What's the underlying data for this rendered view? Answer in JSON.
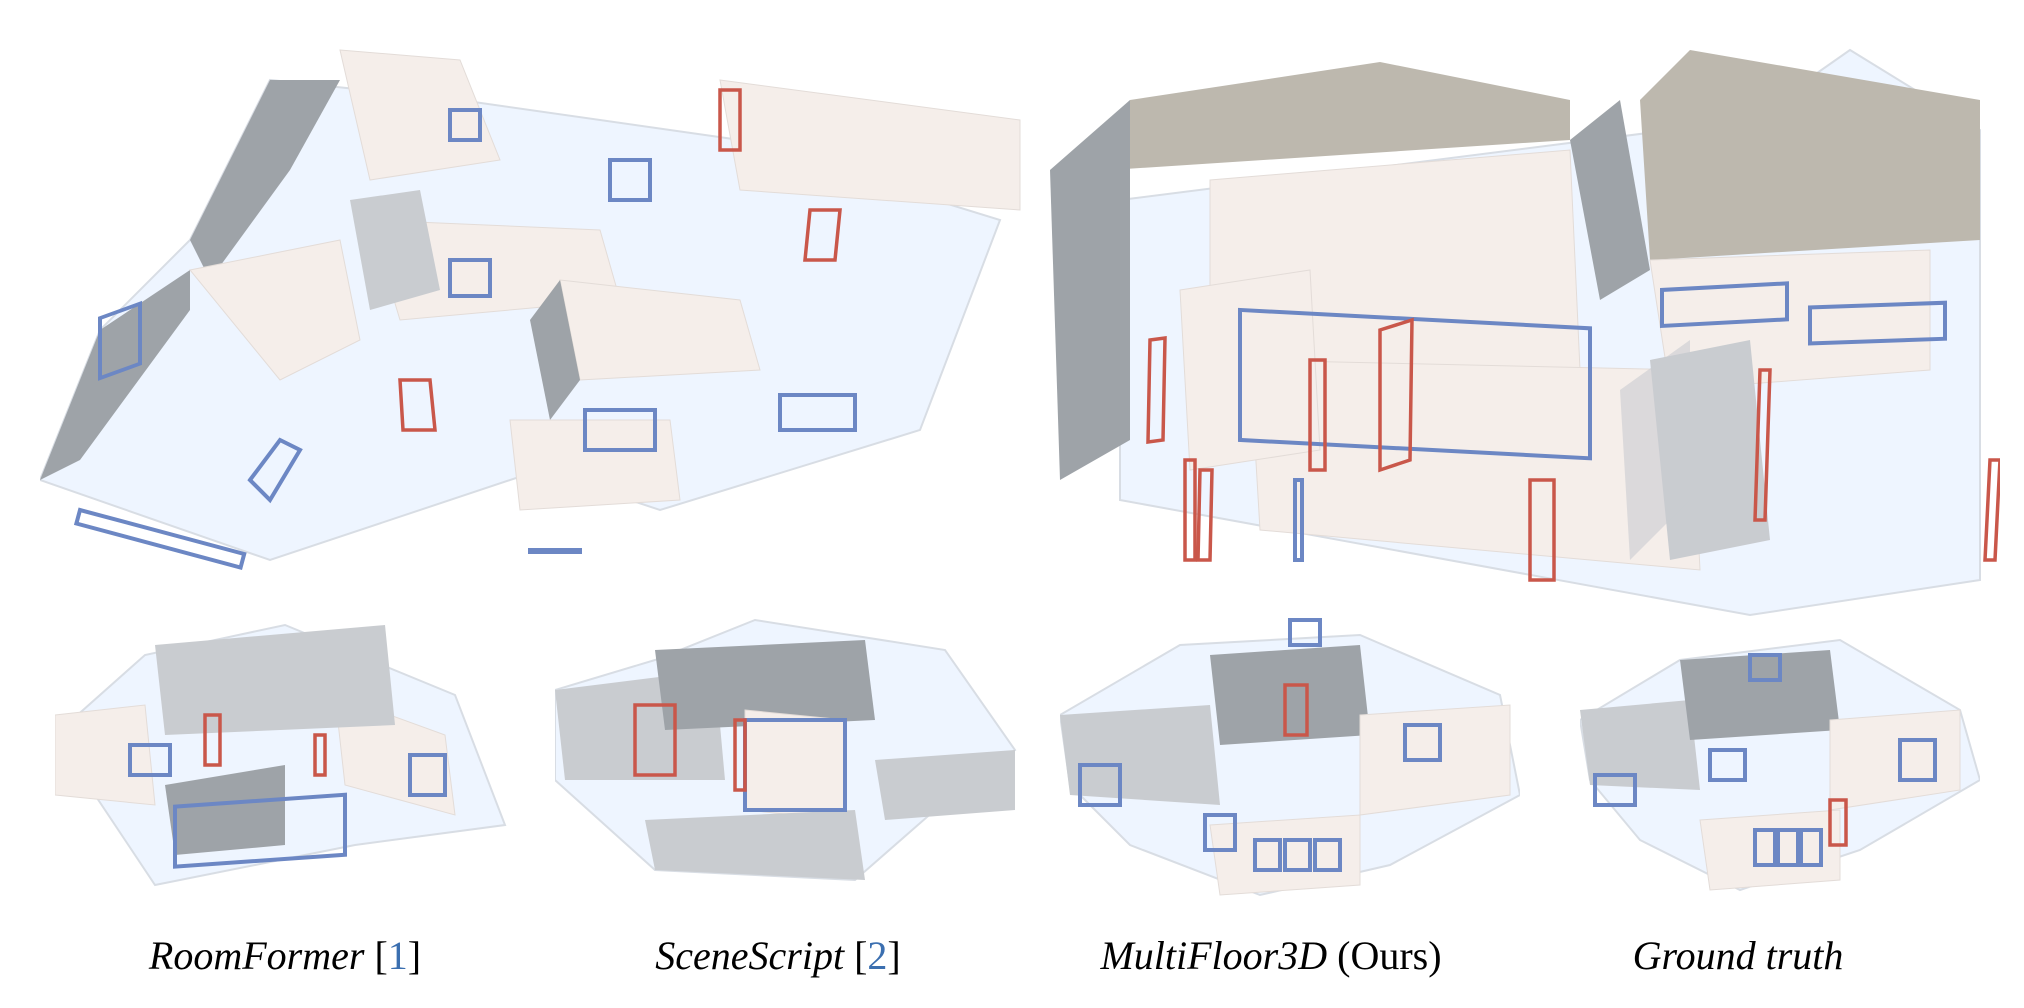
{
  "figure": {
    "captions": [
      {
        "method": "RoomFormer",
        "ref": "1"
      },
      {
        "method": "SceneScript",
        "ref": "2"
      },
      {
        "method": "MultiFloor3D",
        "suffix": "(Ours)"
      },
      {
        "method": "Ground truth"
      }
    ]
  },
  "colors": {
    "window": "#6c87c4",
    "door": "#c9574a",
    "wall": "#9ea3a8",
    "floor": "#eef5ff",
    "reference_link": "#3b6fb0"
  }
}
